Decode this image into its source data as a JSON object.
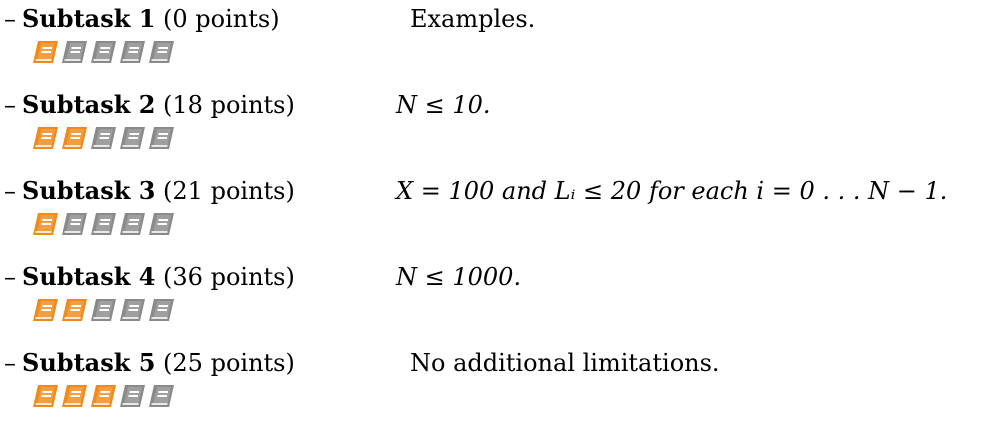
{
  "colors": {
    "book_filled": "#f08a1c",
    "book_empty": "#8a8a8a"
  },
  "rating_scale": 5,
  "subtasks": [
    {
      "dash": "–",
      "label": "Subtask 1",
      "points": "(0 points)",
      "description": "Examples.",
      "difficulty": 1
    },
    {
      "dash": "–",
      "label": "Subtask 2",
      "points": "(18 points)",
      "description": "N ≤ 10.",
      "difficulty": 2
    },
    {
      "dash": "–",
      "label": "Subtask 3",
      "points": "(21 points)",
      "description": "X = 100 and Lᵢ ≤ 20 for each i = 0 . . . N − 1.",
      "difficulty": 1
    },
    {
      "dash": "–",
      "label": "Subtask 4",
      "points": "(36 points)",
      "description": "N ≤ 1000.",
      "difficulty": 2
    },
    {
      "dash": "–",
      "label": "Subtask 5",
      "points": "(25 points)",
      "description": "No additional limitations.",
      "difficulty": 3
    }
  ]
}
